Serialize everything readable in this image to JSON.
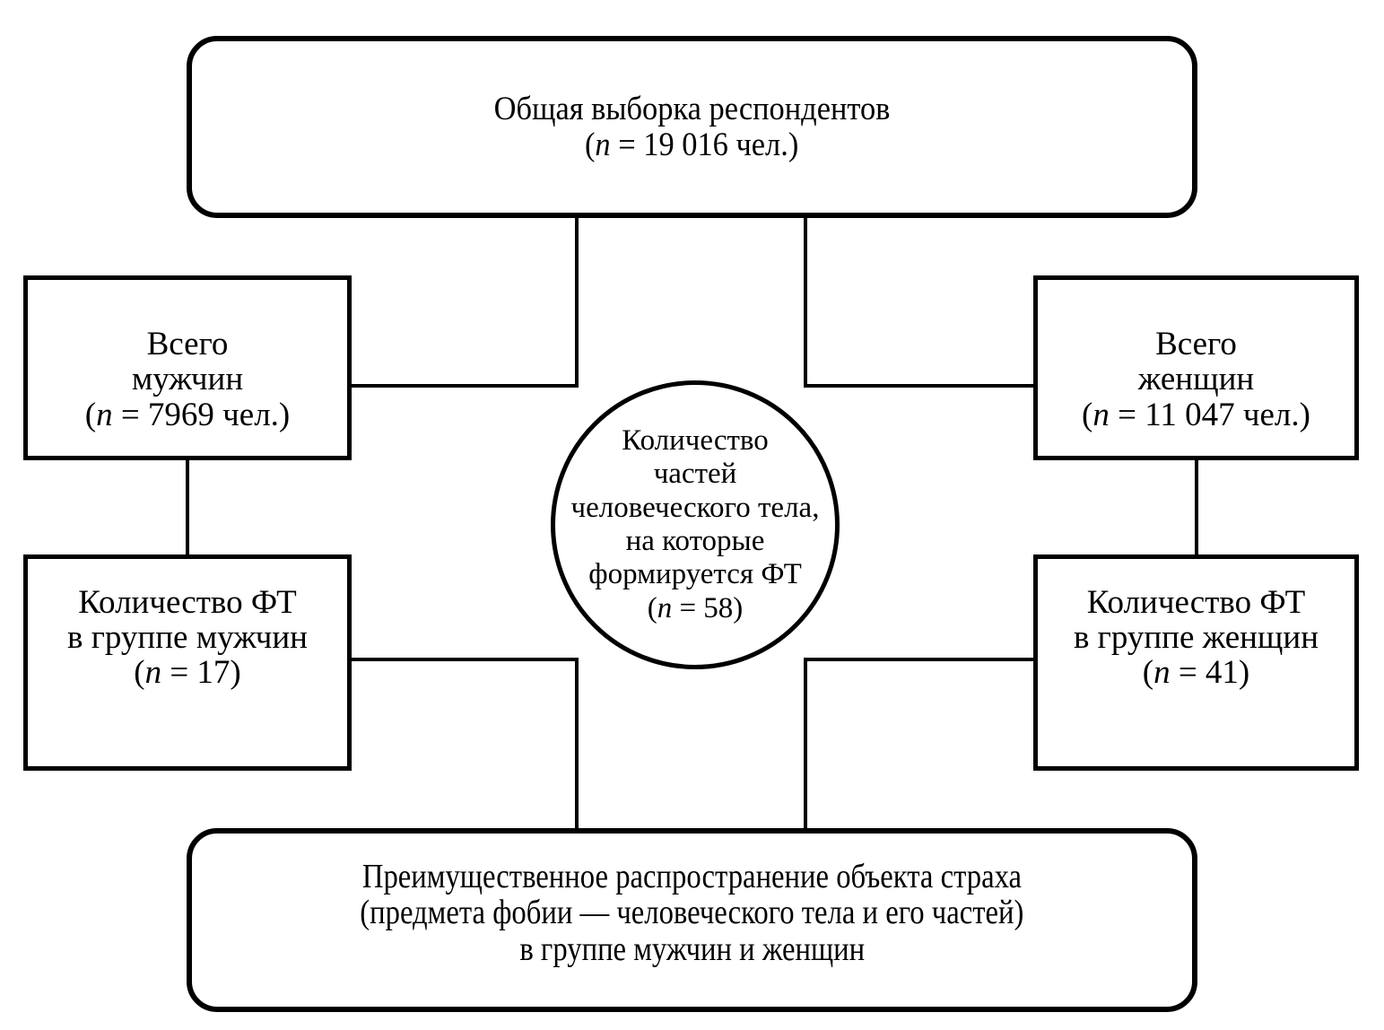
{
  "diagram": {
    "title_note": "flowchart of respondent sample split by sex and phobia-object counts",
    "nodes": {
      "total_sample": {
        "shape": "rounded-rectangle",
        "lines": [
          "Общая выборка респондентов",
          "(n = 19 016 чел.)"
        ],
        "italic_marker": "n",
        "value": 19016
      },
      "men_total": {
        "shape": "rectangle",
        "lines": [
          "Всего",
          "мужчин",
          "(n = 7969 чел.)"
        ],
        "value": 7969
      },
      "women_total": {
        "shape": "rectangle",
        "lines": [
          "Всего",
          "женщин",
          "(n = 11 047 чел.)"
        ],
        "value": 11047
      },
      "men_ft": {
        "shape": "rectangle",
        "lines": [
          "Количество ФТ",
          "в группе мужчин",
          "(n = 17)"
        ],
        "value": 17
      },
      "women_ft": {
        "shape": "rectangle",
        "lines": [
          "Количество ФТ",
          "в группе женщин",
          "(n = 41)"
        ],
        "value": 41
      },
      "body_parts": {
        "shape": "circle",
        "lines": [
          "Количество",
          "частей",
          "человеческого тела,",
          "на которые",
          "формируется ФТ",
          "(n = 58)"
        ],
        "value": 58
      },
      "outcome": {
        "shape": "rounded-rectangle",
        "lines": [
          "Преимущественное распространение объекта страха",
          "(предмета фобии — человеческого тела и его частей)",
          "в группе мужчин и женщин"
        ]
      }
    },
    "colors": {
      "stroke": "#000000",
      "fill": "#ffffff",
      "text": "#000000"
    }
  }
}
